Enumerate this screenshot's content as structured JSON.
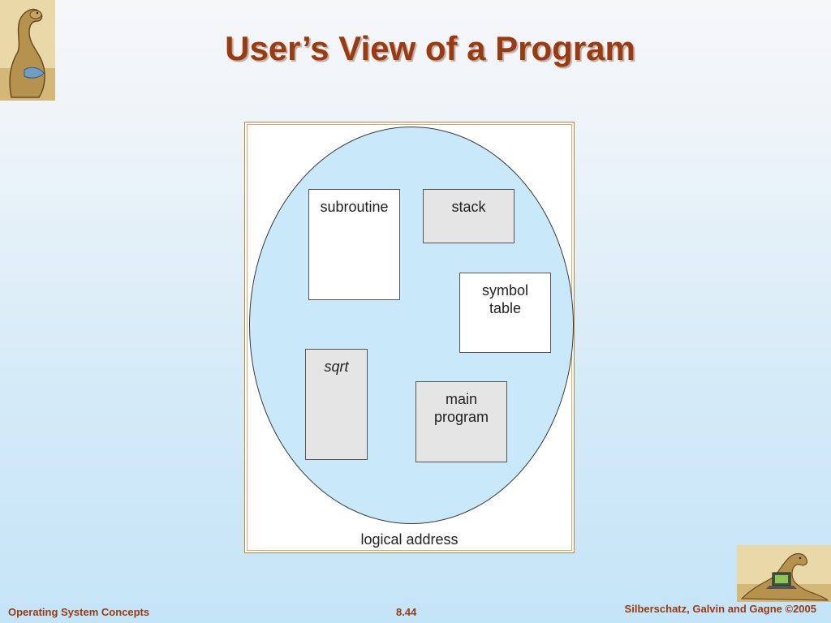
{
  "slide": {
    "title": "User’s View of a Program"
  },
  "diagram": {
    "segments": {
      "subroutine": "subroutine",
      "stack": "stack",
      "symbol_table": "symbol\ntable",
      "sqrt": "sqrt",
      "main_program": "main\nprogram"
    },
    "caption": "logical address"
  },
  "footer": {
    "course": "Operating System Concepts",
    "page": "8.44",
    "copyright": "Silberschatz, Galvin and Gagne ©2005"
  },
  "colors": {
    "title": "#9a3a10",
    "ellipse_fill": "#c9e8f9",
    "segment_grey": "#e5e5e5",
    "frame_border": "#c8823a"
  },
  "icons": {
    "top_logo": "dinosaur-logo-icon",
    "bottom_logo": "dinosaur-laptop-icon"
  }
}
